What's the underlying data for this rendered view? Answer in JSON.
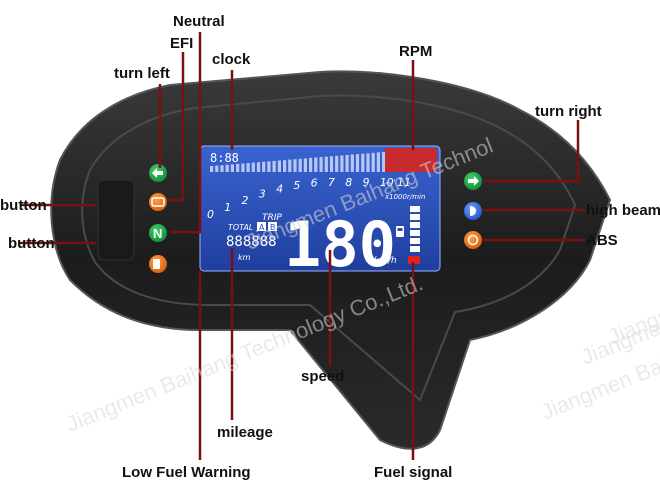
{
  "labels": {
    "neutral": "Neutral",
    "efi": "EFI",
    "turn_left": "turn left",
    "clock": "clock",
    "rpm": "RPM",
    "turn_right": "turn right",
    "button_upper": "button",
    "button_lower": "button",
    "high_beam": "high beam",
    "abs": "ABS",
    "speed": "speed",
    "mileage": "mileage",
    "low_fuel_warning": "Low Fuel Warning",
    "fuel_signal": "Fuel signal"
  },
  "display": {
    "clock_digits": "8:88",
    "rpm_ticks": [
      "0",
      "1",
      "2",
      "3",
      "4",
      "5",
      "6",
      "7",
      "8",
      "9",
      "10",
      "11"
    ],
    "rpm_unit": "x1000r/min",
    "trip_label": "TRIP",
    "total_label": "TOTAL",
    "trip_a": "A",
    "trip_b": "B",
    "odometer_digits": "888888",
    "odometer_unit": "km",
    "speed_digits": "180",
    "speed_unit": "km/h",
    "neutral_symbol": "N"
  },
  "watermarks": [
    "Jiangmen Baihang Technology Co.,Ltd.",
    "Jiangmen Baihang Technol",
    "Jiangmen Bai",
    "Jiangmen Baihang",
    "Jiangmen Bai"
  ],
  "colors": {
    "green_indicator": "#1aa34a",
    "orange_indicator": "#f07a1a",
    "blue_indicator": "#2f6fe0",
    "lcd_blue": "#2a4fb8",
    "rpm_red": "#d8261c",
    "leader_line": "#7a1010"
  }
}
